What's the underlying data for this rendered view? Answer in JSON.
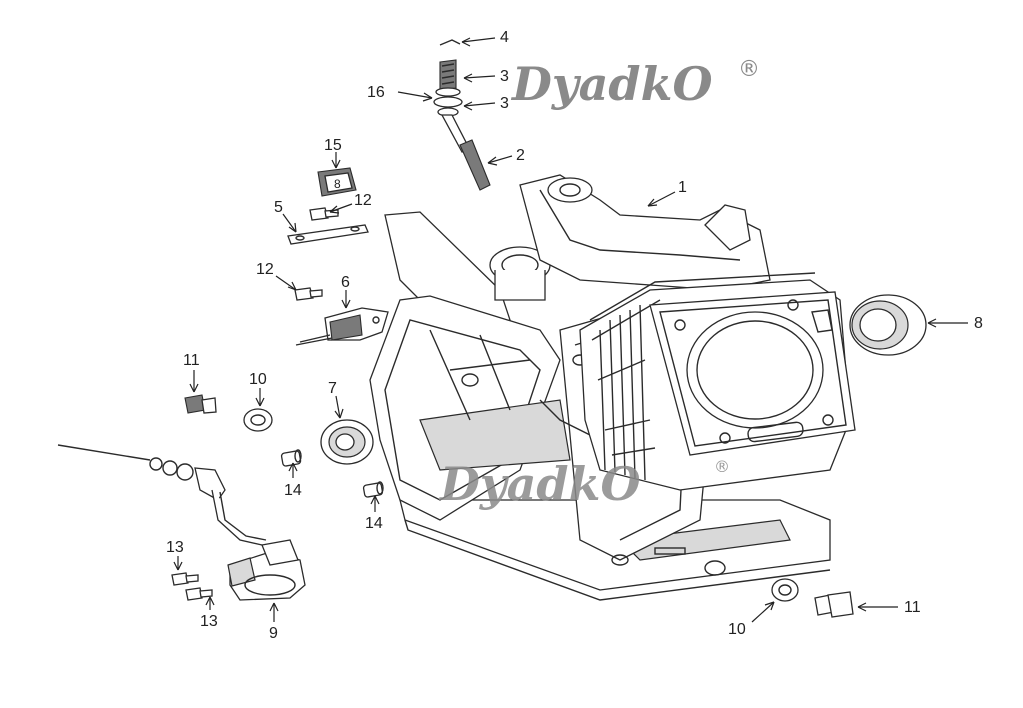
{
  "watermark": {
    "brand": "DyadkO",
    "registered_mark": "®"
  },
  "callouts": [
    {
      "id": "c4",
      "label": "4"
    },
    {
      "id": "c3a",
      "label": "3"
    },
    {
      "id": "c16",
      "label": "16"
    },
    {
      "id": "c3b",
      "label": "3"
    },
    {
      "id": "c2",
      "label": "2"
    },
    {
      "id": "c15",
      "label": "15"
    },
    {
      "id": "c1",
      "label": "1"
    },
    {
      "id": "c5",
      "label": "5"
    },
    {
      "id": "c12a",
      "label": "12"
    },
    {
      "id": "c12b",
      "label": "12"
    },
    {
      "id": "c6",
      "label": "6"
    },
    {
      "id": "c8",
      "label": "8"
    },
    {
      "id": "c11a",
      "label": "11"
    },
    {
      "id": "c10a",
      "label": "10"
    },
    {
      "id": "c7",
      "label": "7"
    },
    {
      "id": "c14a",
      "label": "14"
    },
    {
      "id": "c14b",
      "label": "14"
    },
    {
      "id": "c13a",
      "label": "13"
    },
    {
      "id": "c13b",
      "label": "13"
    },
    {
      "id": "c9",
      "label": "9"
    },
    {
      "id": "c10b",
      "label": "10"
    },
    {
      "id": "c11b",
      "label": "11"
    }
  ]
}
